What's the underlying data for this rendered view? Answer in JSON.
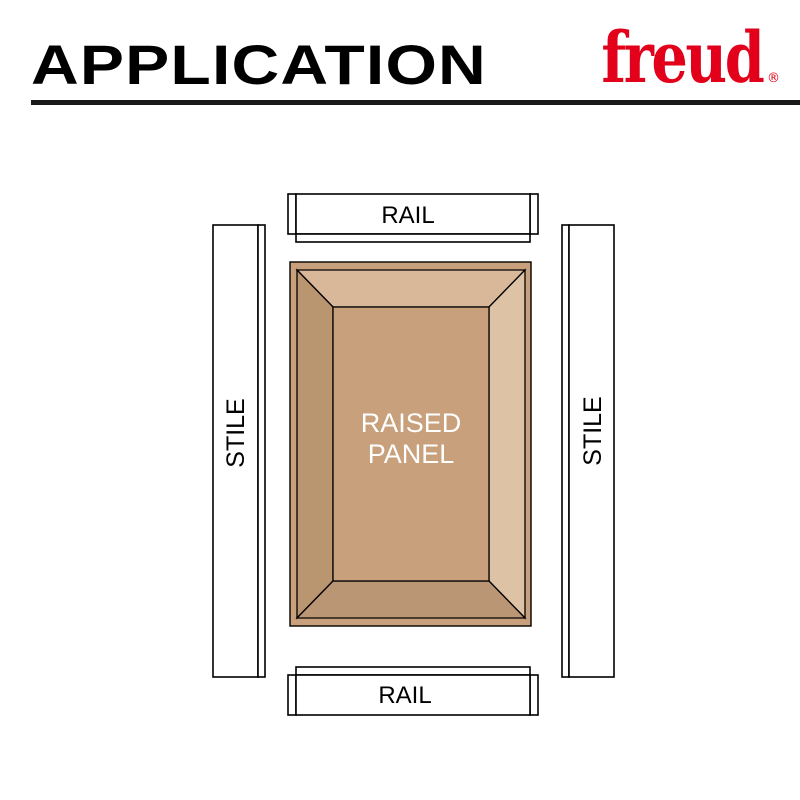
{
  "header": {
    "title": "APPLICATION",
    "brand": "freud",
    "brand_mark": "®"
  },
  "diagram": {
    "labels": {
      "rail_top": "RAIL",
      "rail_bottom": "RAIL",
      "stile_left": "STILE",
      "stile_right": "STILE",
      "panel_line1": "RAISED",
      "panel_line2": "PANEL"
    }
  },
  "colors": {
    "brand_red": "#e2001a",
    "panel_center": "#c8a07c",
    "panel_top_bevel": "#d8b898",
    "panel_right_bevel": "#ddc2a6",
    "panel_left_bevel": "#b99570",
    "panel_bottom_bevel": "#bb9674",
    "outline": "#000000"
  }
}
